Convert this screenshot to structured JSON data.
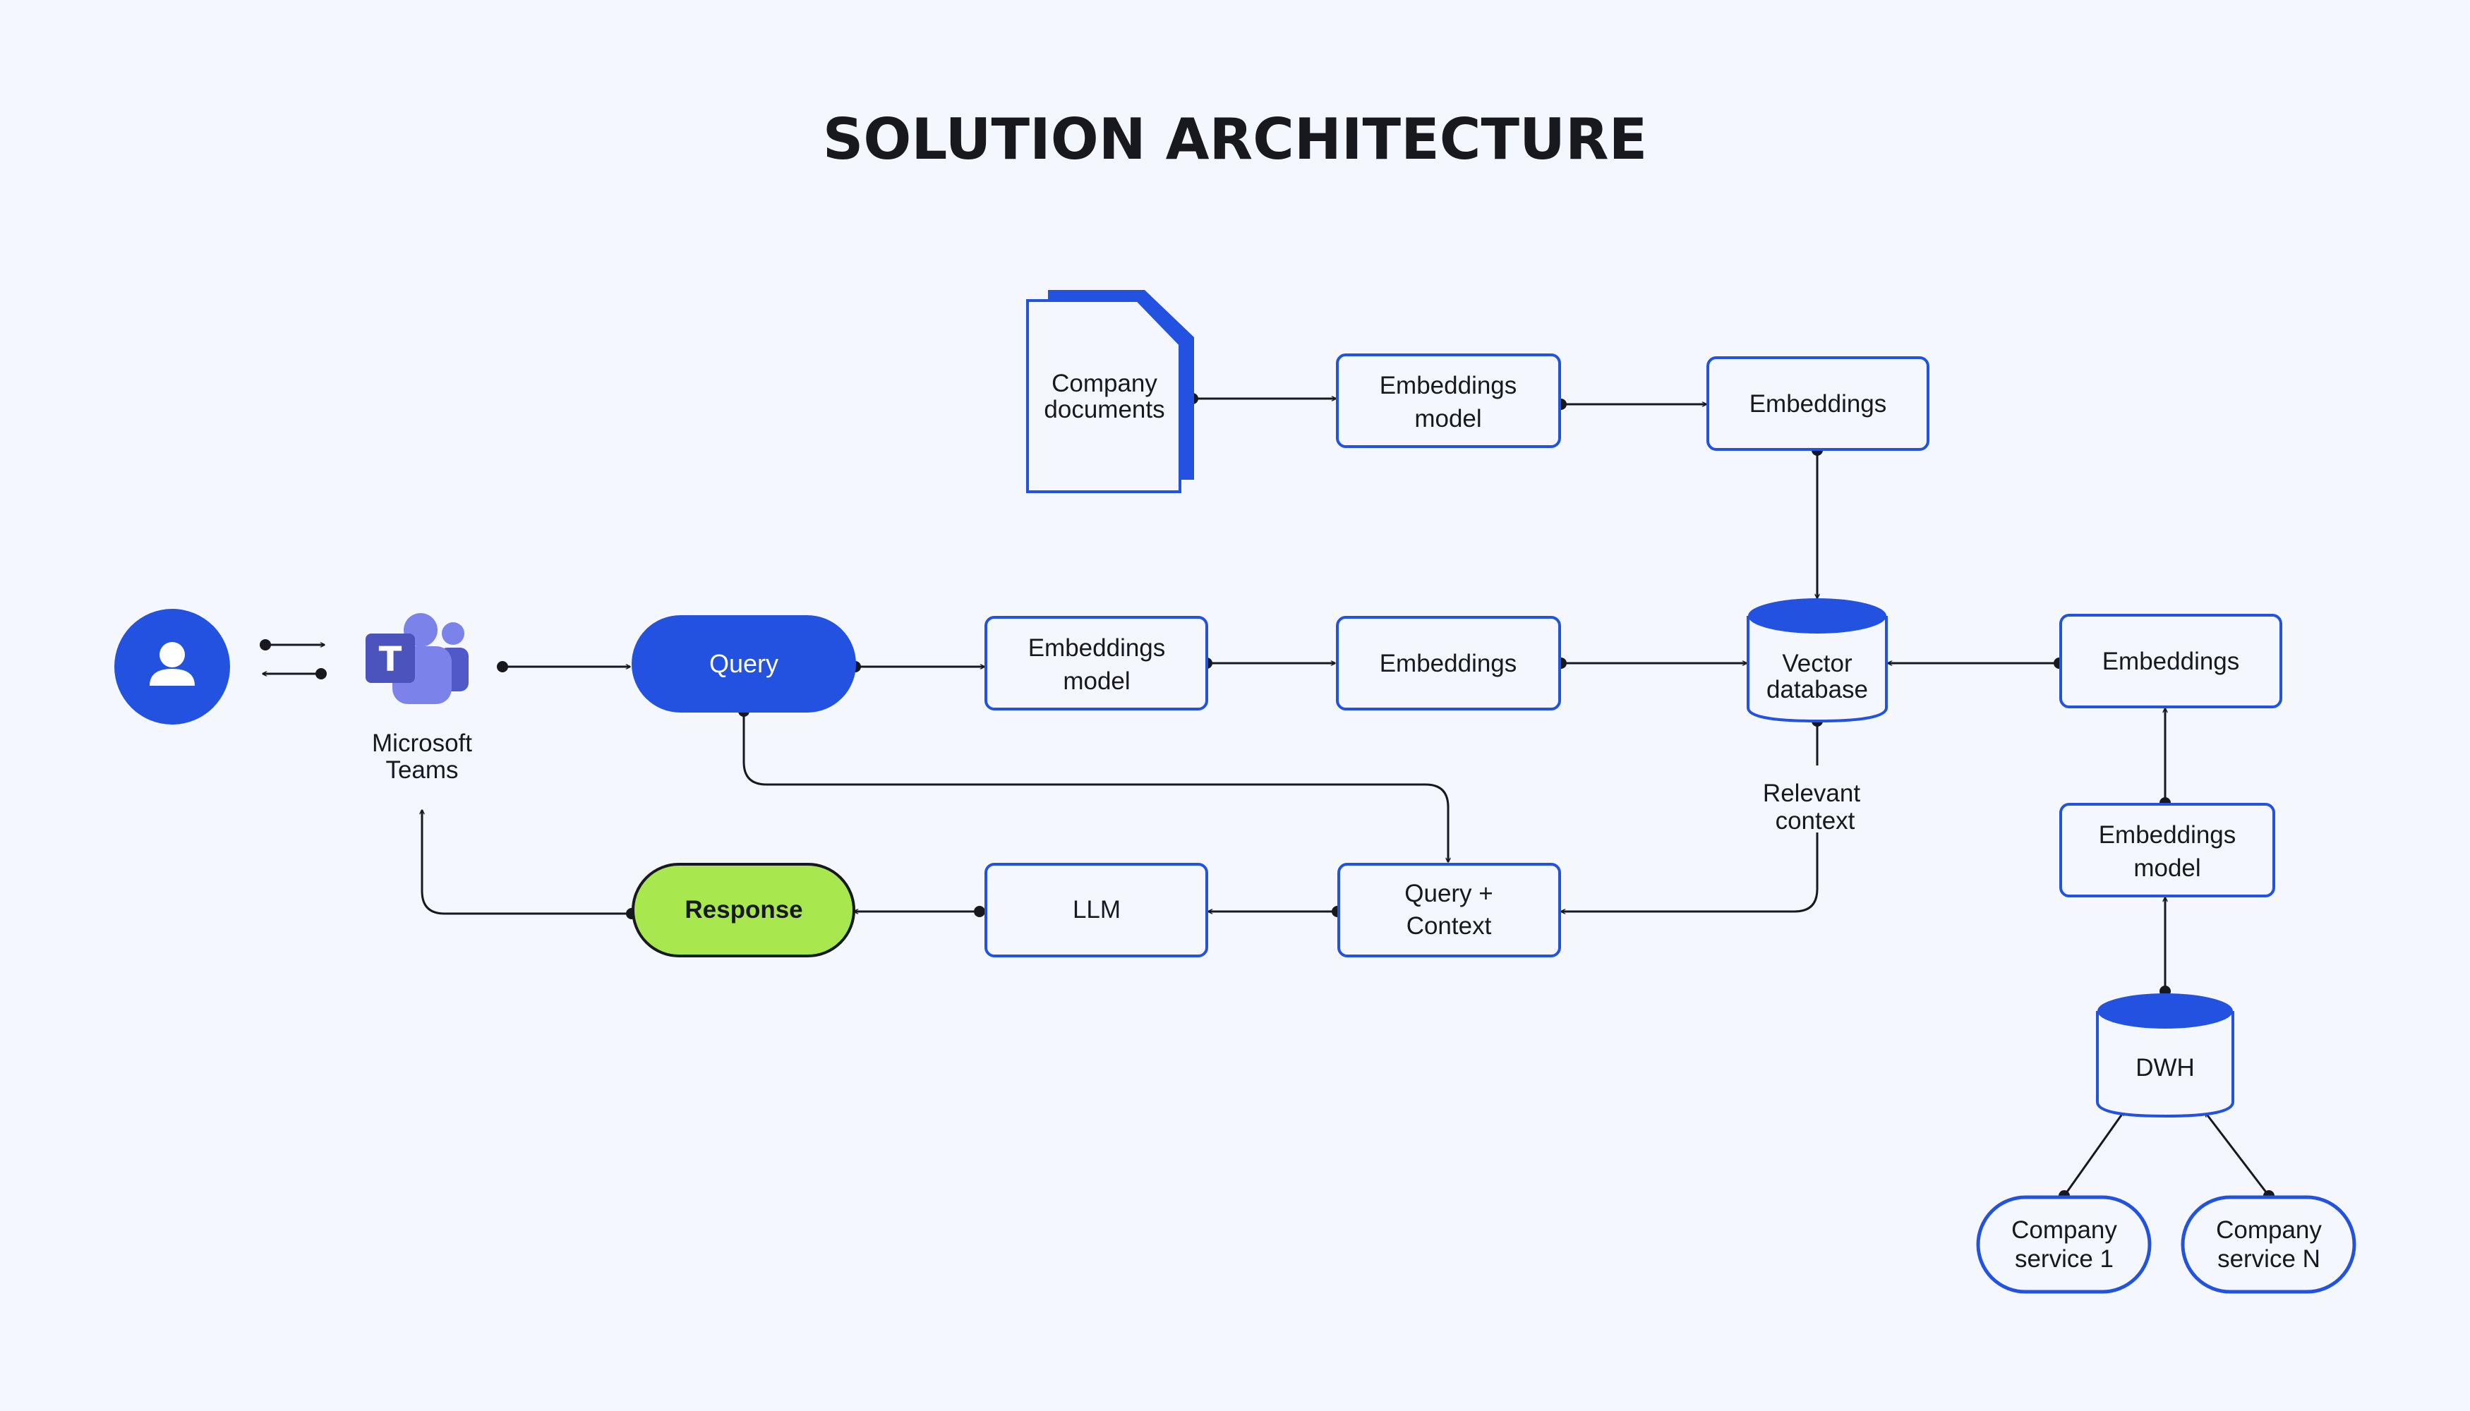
{
  "title": "SOLUTION ARCHITECTURE",
  "colors": {
    "accent": "#2352e0",
    "response": "#a8e84e",
    "background": "#f4f7fd",
    "text": "#17191f",
    "teams_purple": "#5b5fc7"
  },
  "icons": {
    "user": "user-icon",
    "teams": "microsoft-teams-icon",
    "document": "document-icon",
    "database": "database-icon"
  },
  "nodes": {
    "user": {
      "label": ""
    },
    "teams": {
      "lines": [
        "Microsoft",
        "Teams"
      ]
    },
    "company_documents": {
      "lines": [
        "Company",
        "documents"
      ]
    },
    "doc_embeddings_model": {
      "lines": [
        "Embeddings",
        "model"
      ]
    },
    "doc_embeddings": {
      "lines": [
        "Embeddings"
      ]
    },
    "query": {
      "lines": [
        "Query"
      ]
    },
    "query_embeddings_model": {
      "lines": [
        "Embeddings",
        "model"
      ]
    },
    "query_embeddings": {
      "lines": [
        "Embeddings"
      ]
    },
    "vector_database": {
      "lines": [
        "Vector",
        "database"
      ]
    },
    "dwh_embeddings": {
      "lines": [
        "Embeddings"
      ]
    },
    "dwh_embeddings_model": {
      "lines": [
        "Embeddings",
        "model"
      ]
    },
    "dwh": {
      "lines": [
        "DWH"
      ]
    },
    "company_service_1": {
      "lines": [
        "Company",
        "service 1"
      ]
    },
    "company_service_n": {
      "lines": [
        "Company",
        "service N"
      ]
    },
    "relevant_context": {
      "lines": [
        "Relevant",
        "context"
      ]
    },
    "query_context": {
      "lines": [
        "Query +",
        "Context"
      ]
    },
    "llm": {
      "lines": [
        "LLM"
      ]
    },
    "response": {
      "lines": [
        "Response"
      ]
    }
  }
}
